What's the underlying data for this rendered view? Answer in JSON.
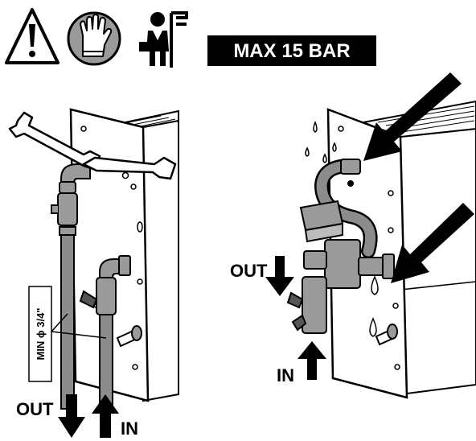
{
  "header": {
    "pressure_badge": "MAX 15 BAR",
    "icons": [
      "warning-triangle-icon",
      "protective-gloves-icon",
      "technician-with-tools-icon"
    ]
  },
  "left_diagram": {
    "out_label": "OUT",
    "in_label": "IN",
    "pipe_spec": "MIN ϕ 3/4\""
  },
  "right_diagram": {
    "out_label": "OUT",
    "in_label": "IN"
  },
  "colors": {
    "line": "#000000",
    "pipe": "#8c8c8c",
    "fitting": "#9a9a9a",
    "panel": "#ffffff",
    "badge": "#000000"
  }
}
